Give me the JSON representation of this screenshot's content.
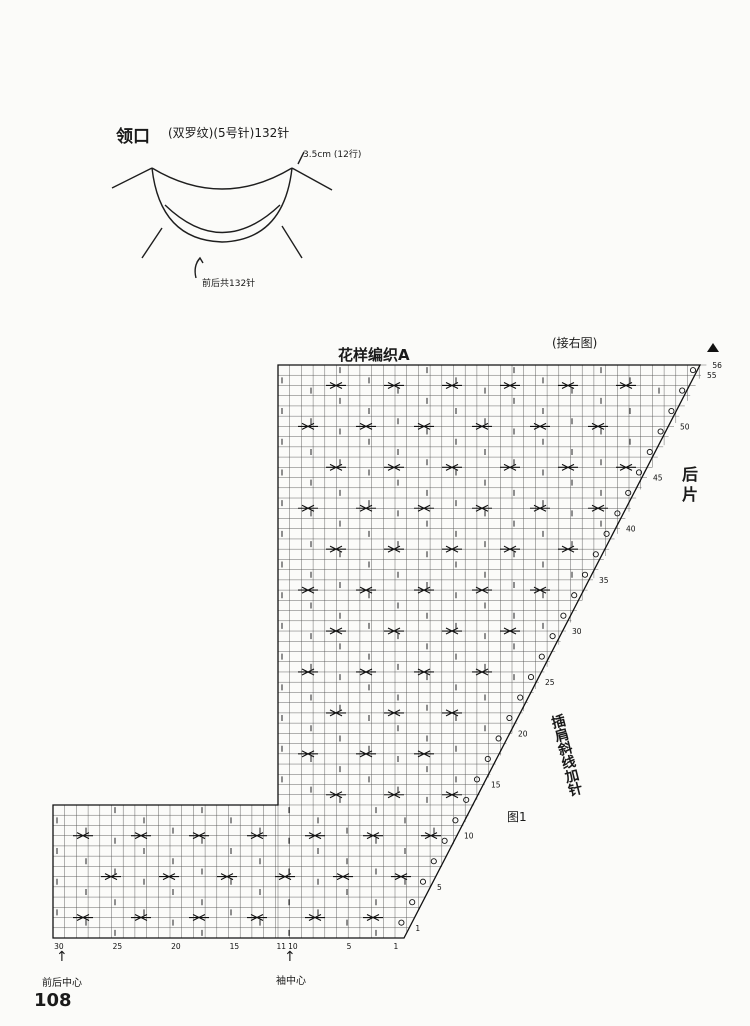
{
  "neckline": {
    "title": "领口",
    "spec": "(双罗纹)(5号针)132针",
    "height_note": "3.5cm (12行)",
    "total_note": "前后共132针"
  },
  "chart": {
    "title": "花样编织A",
    "continue_note": "(接右图)",
    "side_label": "后片",
    "raglan_label": "插肩斜线加针",
    "figure_label": "图1",
    "row_labels": [
      "56",
      "55",
      "50",
      "45",
      "40",
      "35",
      "30",
      "25",
      "20",
      "15",
      "10",
      "5",
      "1"
    ],
    "col_labels": [
      "30",
      "25",
      "20",
      "15",
      "11",
      "10",
      "5",
      "1"
    ],
    "marker_center": "前后中心",
    "marker_sleeve": "袖中心"
  },
  "page_number": "108"
}
